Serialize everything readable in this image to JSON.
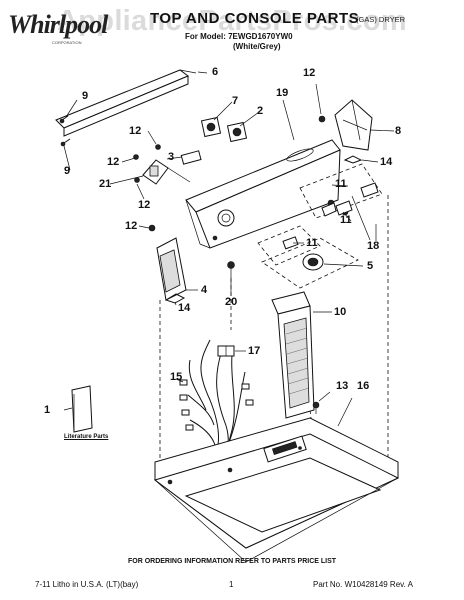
{
  "header": {
    "brand": "Whirlpool",
    "brand_sub": "CORPORATION",
    "title": "TOP AND CONSOLE PARTS",
    "model_line": "For Model: 7EWGD1670YW0",
    "color_line": "(White/Grey)",
    "right_label": "(GAS) DRYER"
  },
  "watermark": "AppliancePartsPros.com",
  "callouts": [
    "6",
    "9",
    "9",
    "7",
    "2",
    "19",
    "12",
    "8",
    "12",
    "12",
    "3",
    "21",
    "12",
    "14",
    "11",
    "18",
    "11",
    "12",
    "11",
    "5",
    "4",
    "20",
    "14",
    "10",
    "17",
    "15",
    "1",
    "13",
    "16"
  ],
  "literature_label": "Literature Parts",
  "footer": {
    "note": "FOR ORDERING INFORMATION REFER TO PARTS PRICE LIST",
    "left": "7-11 Litho in U.S.A. (LT)(bay)",
    "page": "1",
    "part_no": "Part No. W10428149 Rev. A"
  }
}
